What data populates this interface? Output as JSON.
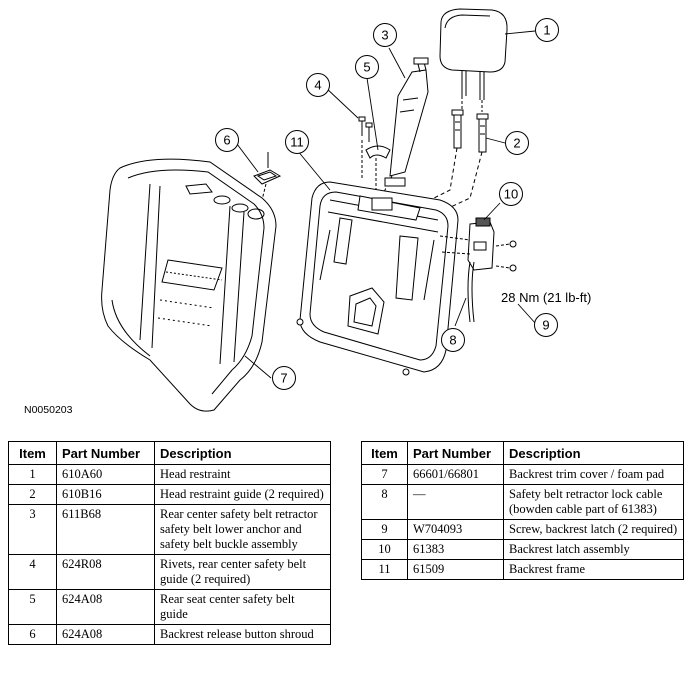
{
  "figure": {
    "id": "N0050203",
    "torque_spec": "28 Nm (21 lb-ft)",
    "callouts": [
      "1",
      "2",
      "3",
      "4",
      "5",
      "6",
      "7",
      "8",
      "9",
      "10",
      "11"
    ]
  },
  "table": {
    "headers": {
      "item": "Item",
      "part_number": "Part Number",
      "description": "Description"
    },
    "left_rows": [
      {
        "item": "1",
        "part_number": "610A60",
        "description": "Head restraint"
      },
      {
        "item": "2",
        "part_number": "610B16",
        "description": "Head restraint guide (2 required)"
      },
      {
        "item": "3",
        "part_number": "611B68",
        "description": "Rear center safety belt retractor safety belt lower anchor and safety belt buckle assembly"
      },
      {
        "item": "4",
        "part_number": "624R08",
        "description": "Rivets, rear center safety belt guide (2 required)"
      },
      {
        "item": "5",
        "part_number": "624A08",
        "description": "Rear seat center safety belt guide"
      },
      {
        "item": "6",
        "part_number": "624A08",
        "description": "Backrest release button shroud"
      }
    ],
    "right_rows": [
      {
        "item": "7",
        "part_number": "66601/66801",
        "description": "Backrest trim cover / foam pad"
      },
      {
        "item": "8",
        "part_number": "—",
        "description": "Safety belt retractor lock cable (bowden cable part of 61383)"
      },
      {
        "item": "9",
        "part_number": "W704093",
        "description": "Screw, backrest latch (2 required)"
      },
      {
        "item": "10",
        "part_number": "61383",
        "description": "Backrest latch assembly"
      },
      {
        "item": "11",
        "part_number": "61509",
        "description": "Backrest frame"
      }
    ]
  }
}
